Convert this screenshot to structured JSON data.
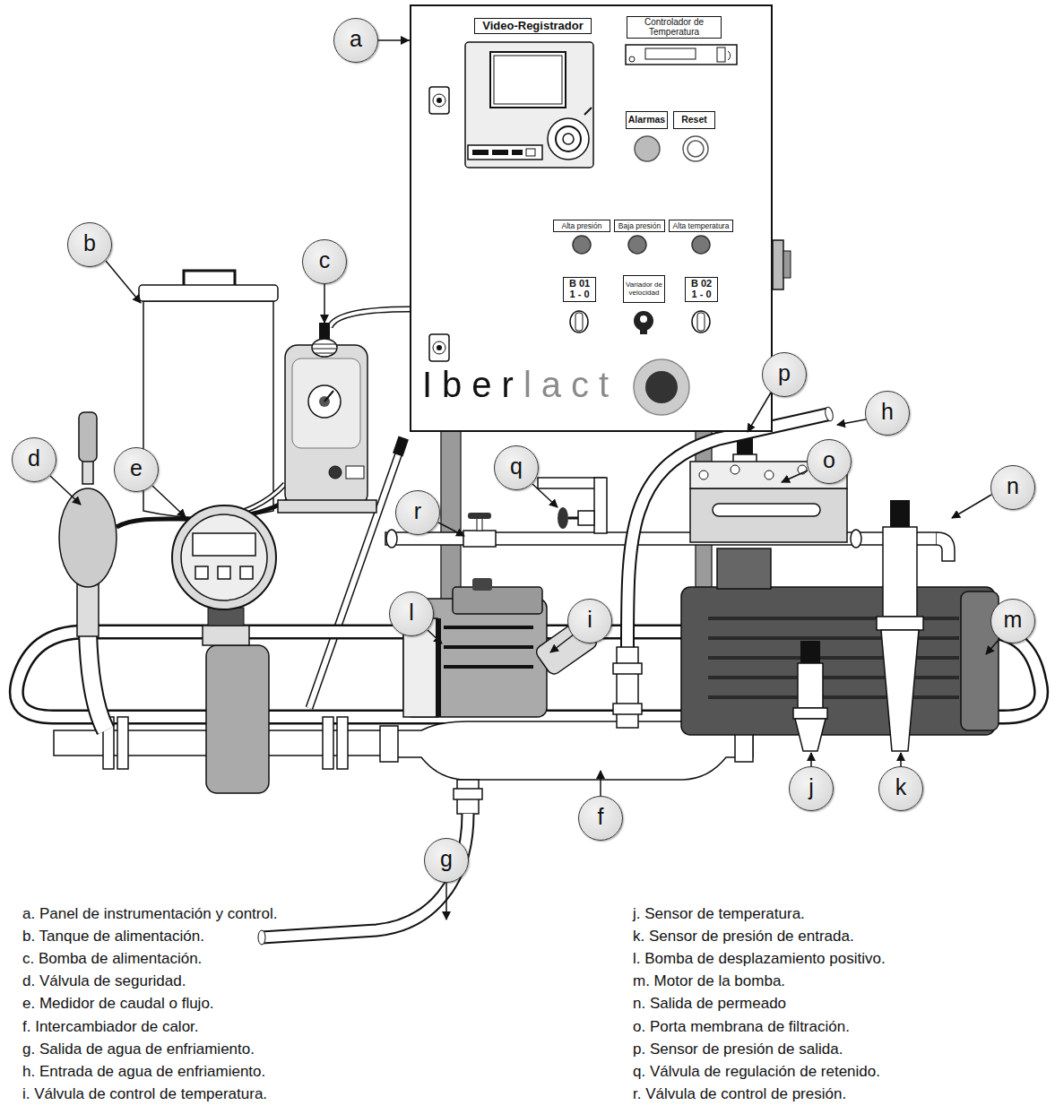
{
  "diagram": {
    "nodes": [
      {
        "text": [
          "Iberlact"
        ]
      },
      {
        "text": [
          "Video-Registrador"
        ],
        "in": 0
      },
      {
        "text": [
          "Controlador de Temperatura"
        ],
        "in": 0
      },
      {
        "text": [
          "Alarmas"
        ],
        "in": 0
      },
      {
        "text": [
          "Reset"
        ],
        "in": 0
      },
      {
        "text": [
          "Alta presión"
        ],
        "in": 0
      },
      {
        "text": [
          "Baja presión"
        ],
        "in": 0
      },
      {
        "text": [
          "Alta temperatura"
        ],
        "in": 0
      },
      {
        "text": [
          "B 01 1 - 0"
        ],
        "in": 0
      },
      {
        "text": [
          "Variador de velocidad"
        ],
        "in": 0
      },
      {
        "text": [
          "B 02 1 - 0"
        ],
        "in": 0
      },
      {
        "text": [
          "a"
        ]
      },
      {
        "text": [
          "b"
        ]
      },
      {
        "text": [
          "c"
        ]
      },
      {
        "text": [
          "p"
        ]
      },
      {
        "text": [
          "h"
        ]
      },
      {
        "text": [
          "q"
        ]
      },
      {
        "text": [
          "o"
        ]
      },
      {
        "text": [
          "d"
        ]
      },
      {
        "text": [
          "e"
        ]
      },
      {
        "text": [
          "n"
        ]
      },
      {
        "text": [
          "r"
        ]
      },
      {
        "text": [
          "l"
        ]
      },
      {
        "text": [
          "i"
        ]
      },
      {
        "text": [
          "m"
        ]
      },
      {
        "text": [
          "f"
        ]
      },
      {
        "text": [
          "j"
        ]
      },
      {
        "text": [
          "k"
        ]
      },
      {
        "text": [
          "g"
        ]
      }
    ],
    "edges": [
      {
        "from": 11,
        "to": 0,
        "arrow": "to"
      }
    ],
    "labels": [
      "a. Panel de instrumentación y control.",
      "b. Tanque de alimentación.",
      "c. Bomba de alimentación.",
      "d. Válvula de seguridad.",
      "e. Medidor de caudal o flujo.",
      "f. Intercambiador de calor.",
      "g. Salida de agua de enfriamiento.",
      "h. Entrada de agua de enfriamiento.",
      "i. Válvula de control de temperatura.",
      "j. Sensor de temperatura.",
      "k. Sensor de presión de entrada.",
      "l. Bomba de desplazamiento positivo.",
      "m. Motor de la bomba.",
      "n. Salida de permeado",
      "o. Porta membrana de filtración.",
      "p. Sensor de presión de salida.",
      "q. Válvula de regulación de retenido.",
      "r. Válvula de control de presión."
    ]
  }
}
